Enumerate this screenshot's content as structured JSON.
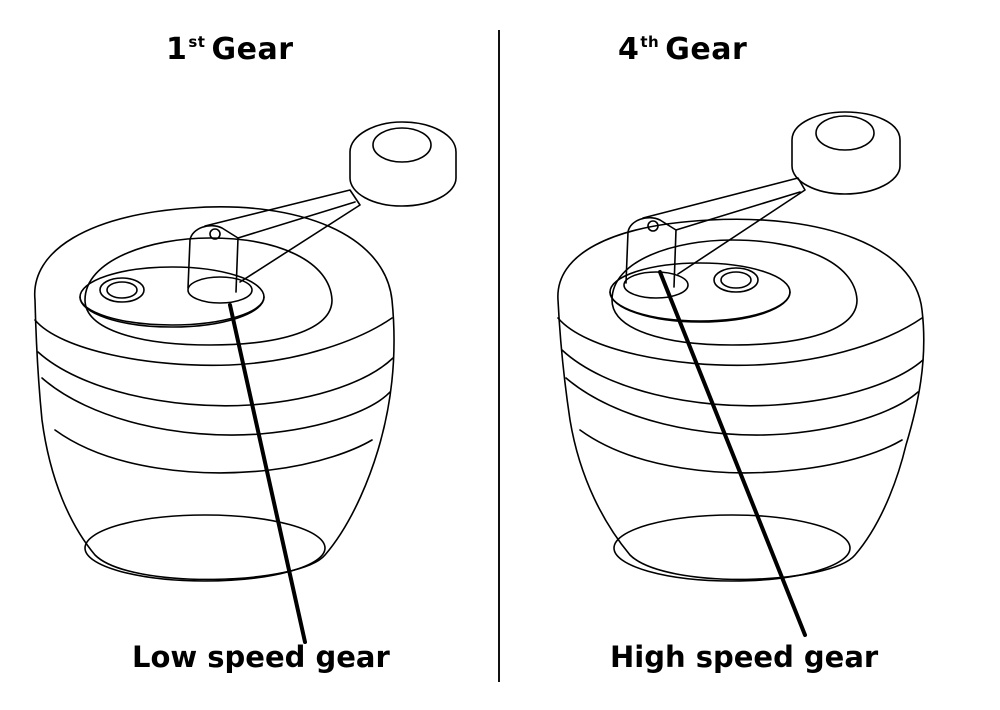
{
  "left": {
    "title_number": "1",
    "title_suffix": "st",
    "title_word": "Gear",
    "caption": "Low speed gear"
  },
  "right": {
    "title_number": "4",
    "title_suffix": "th",
    "title_word": "Gear",
    "caption": "High speed gear"
  },
  "colors": {
    "line": "#000000",
    "background": "#ffffff"
  }
}
